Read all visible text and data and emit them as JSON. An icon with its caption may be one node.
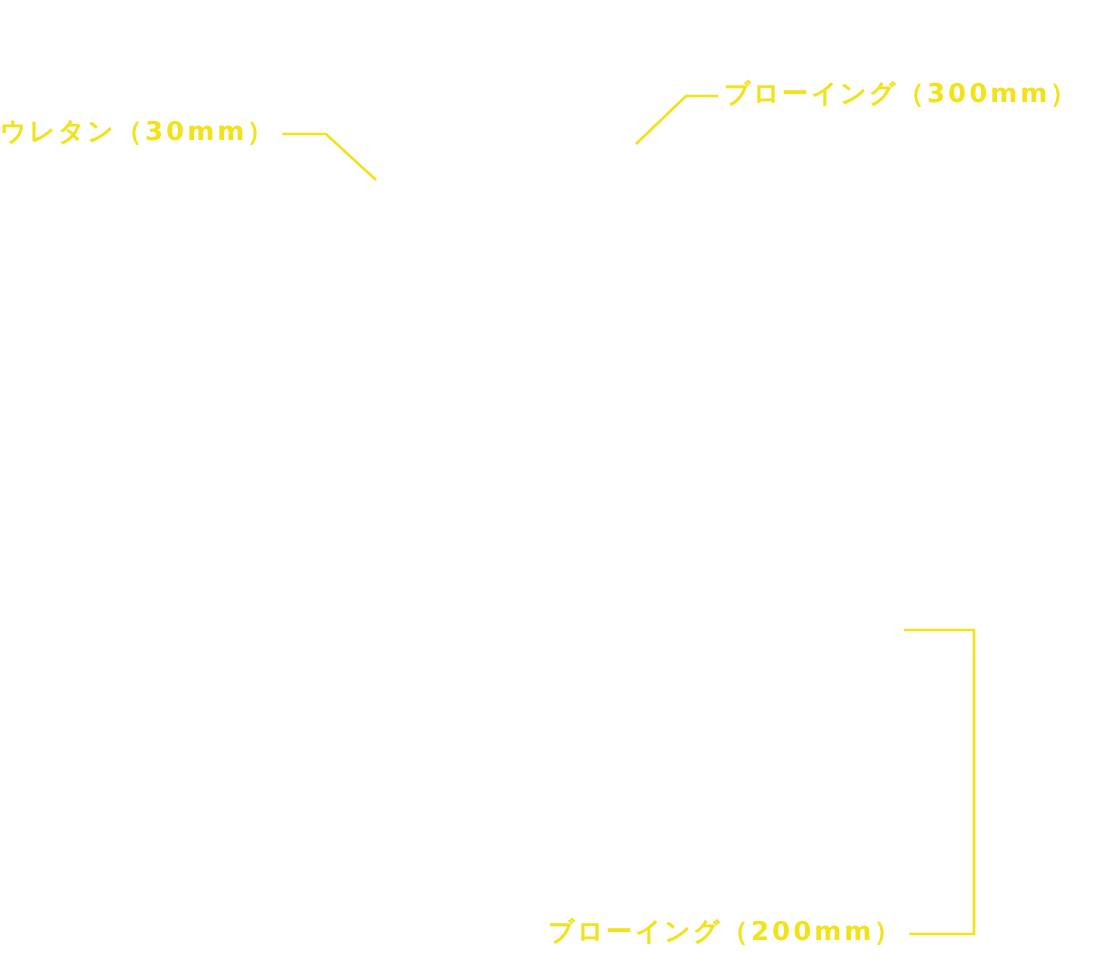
{
  "diagram": {
    "nodes": [
      {
        "text": [
          "ウレタン（30mm）"
        ]
      },
      {
        "text": [
          "ブローイング（300mm）"
        ]
      },
      {
        "text": [
          "ブローイング（200mm）"
        ]
      }
    ],
    "edges": [
      {
        "from": 0,
        "to": null,
        "arrow": "none"
      },
      {
        "from": 1,
        "to": null,
        "arrow": "none"
      },
      {
        "from": 2,
        "to": null,
        "arrow": "none"
      }
    ]
  }
}
